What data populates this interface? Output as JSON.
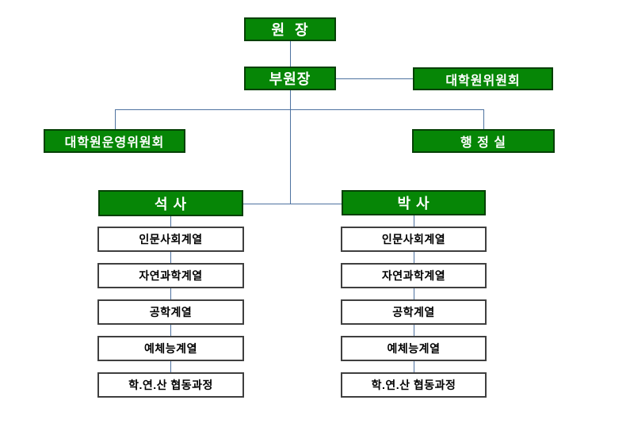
{
  "colors": {
    "box_green": "#068606",
    "box_green_border": "#054005",
    "connector_blue": "#4e72a0",
    "white_box_border": "#3f3f3f"
  },
  "org": {
    "director": "원  장",
    "vice_director": "부원장",
    "grad_committee": "대학원위원회",
    "grad_operating_committee": "대학원운영위원회",
    "admin_office": "행 정 실",
    "masters": "석 사",
    "doctoral": "박 사",
    "masters_tracks": [
      "인문사회계열",
      "자연과학계열",
      "공학계열",
      "예체능계열",
      "학.연.산 협동과정"
    ],
    "doctoral_tracks": [
      "인문사회계열",
      "자연과학계열",
      "공학계열",
      "예체능계열",
      "학.연.산 협동과정"
    ]
  }
}
